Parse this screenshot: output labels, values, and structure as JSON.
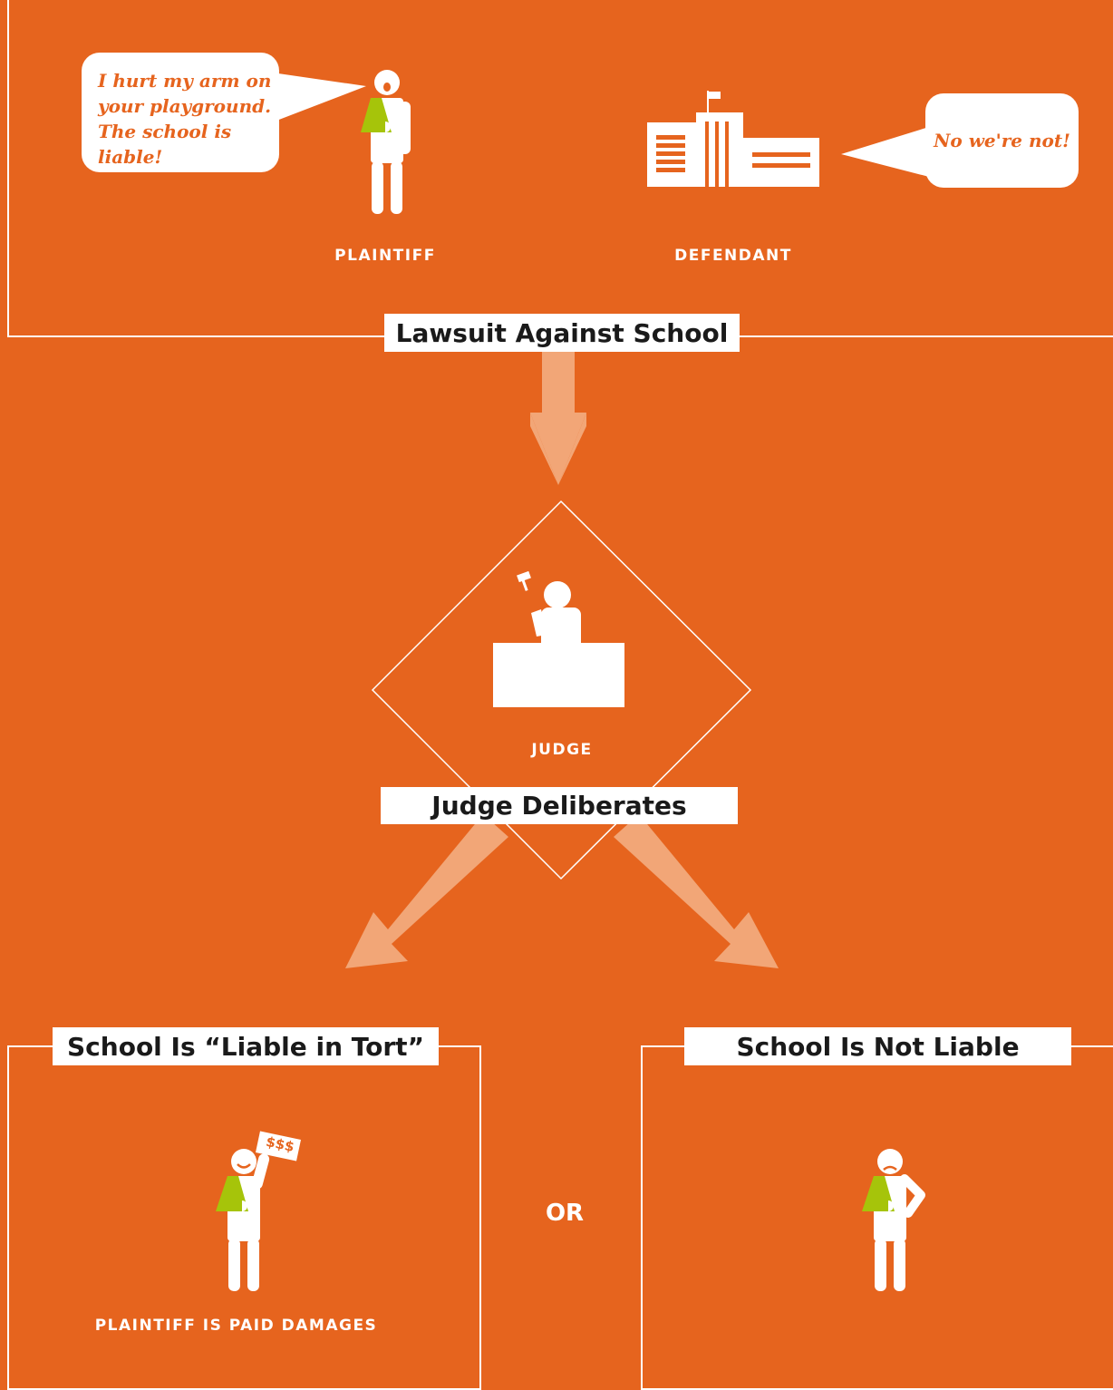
{
  "colors": {
    "background": "#e6641e",
    "line": "#ffffff",
    "arrow": "#f2a677",
    "sling": "#a6c40a"
  },
  "top": {
    "plaintiff_speech": [
      "I hurt my arm on",
      "your playground.",
      "The school is liable!"
    ],
    "defendant_speech": "No we're not!",
    "plaintiff_label": "PLAINTIFF",
    "defendant_label": "DEFENDANT",
    "title": "Lawsuit Against School"
  },
  "middle": {
    "judge_label": "JUDGE",
    "title": "Judge Deliberates"
  },
  "bottom": {
    "left_title": "School Is “Liable in Tort”",
    "left_caption": "PLAINTIFF IS PAID DAMAGES",
    "left_sign": "$$$",
    "or_label": "OR",
    "right_title": "School Is Not Liable"
  },
  "icons": [
    "injured-person-icon",
    "school-building-icon",
    "judge-gavel-icon",
    "sad-person-icon"
  ]
}
